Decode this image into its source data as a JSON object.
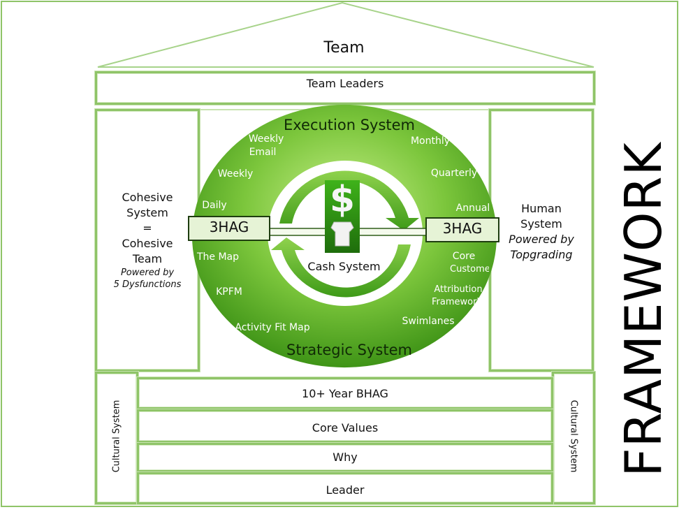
{
  "roof": {
    "title": "Team"
  },
  "team_leaders": "Team Leaders",
  "left_pillar": {
    "line1": "Cohesive",
    "line2": "System",
    "line3": "=",
    "line4": "Cohesive",
    "line5": "Team",
    "sub1": "Powered by",
    "sub2": "5 Dysfunctions"
  },
  "right_pillar": {
    "line1": "Human",
    "line2": "System",
    "sub1": "Powered by",
    "sub2": "Topgrading"
  },
  "ring": {
    "top_title": "Execution System",
    "bottom_title": "Strategic System",
    "left_items": {
      "weekly_email_1": "Weekly",
      "weekly_email_2": "Email",
      "weekly": "Weekly",
      "daily": "Daily",
      "the_map": "The Map",
      "kpfm": "KPFM",
      "activity_fit_map": "Activity Fit  Map"
    },
    "right_items": {
      "monthly": "Monthly",
      "quarterly": "Quarterly",
      "annual": "Annual",
      "core_1": "Core",
      "core_2": "Customer",
      "attribution_1": "Attribution",
      "attribution_2": "Framework",
      "swimlanes": "Swimlanes"
    },
    "left_box": "3HAG",
    "right_box": "3HAG",
    "center_label": "Cash System",
    "dollar_sign": "$"
  },
  "foundation": {
    "rows": [
      "10+ Year BHAG",
      "Core Values",
      "Why",
      "Leader"
    ],
    "left_side": "Cultural System",
    "right_side": "Cultural System"
  },
  "side_title": "FRAMEWORK",
  "colors": {
    "frame_green": "#8fc468",
    "ring_light": "#a6df6e",
    "ring_dark": "#3f9417",
    "box_fill": "#e6f3d6"
  }
}
